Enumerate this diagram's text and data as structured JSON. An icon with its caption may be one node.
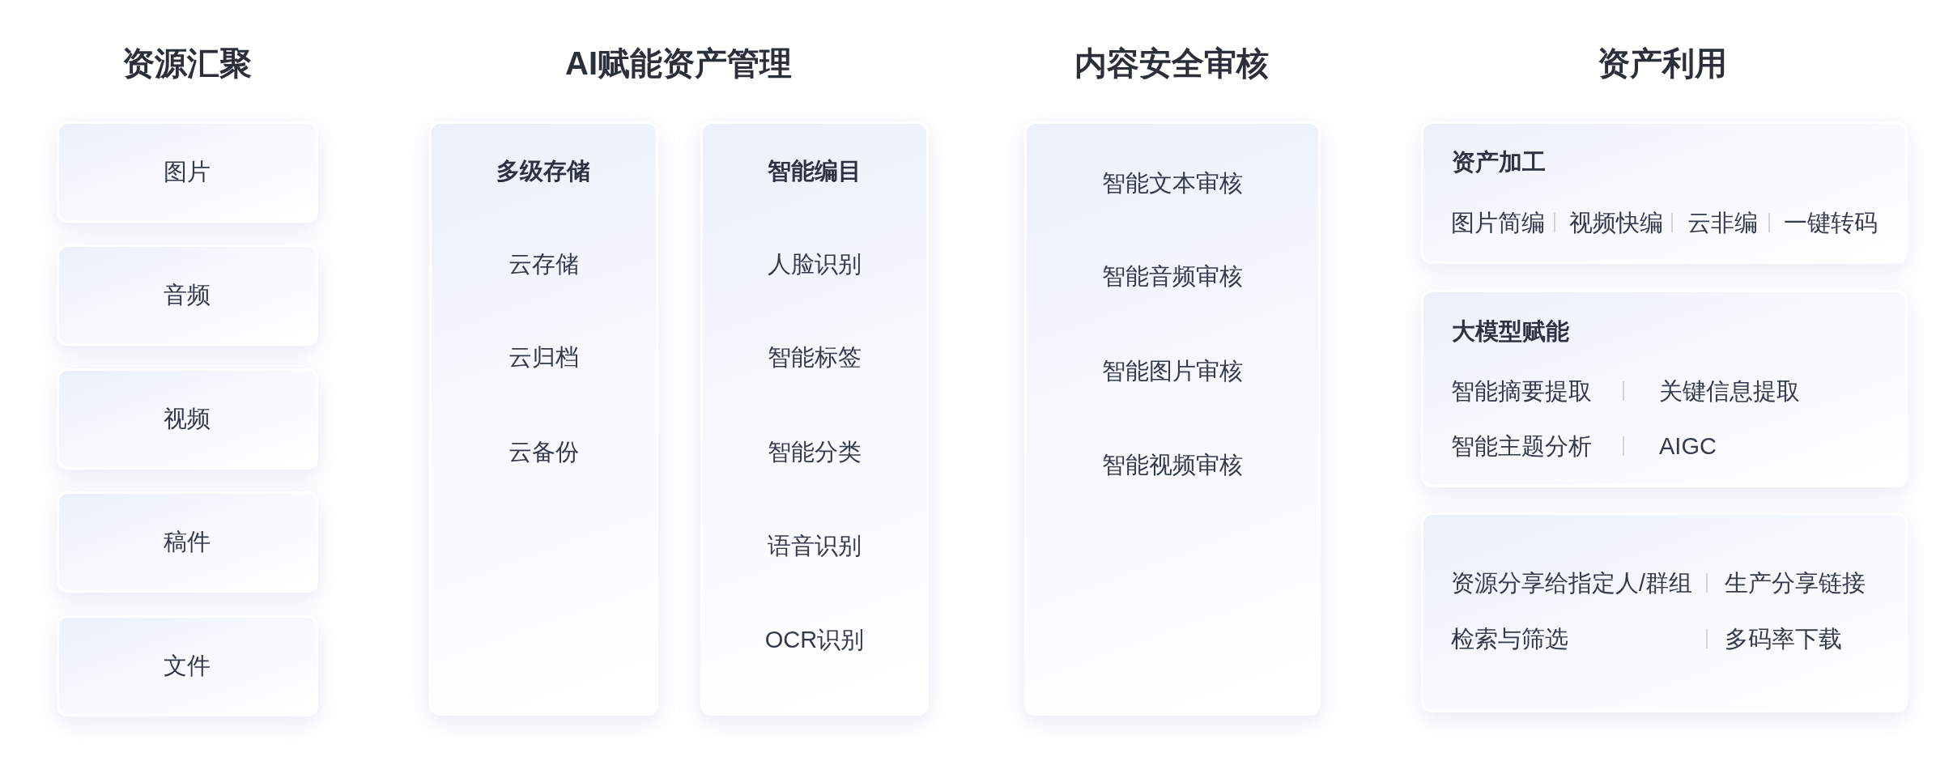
{
  "diagram": {
    "nodes": [
      {
        "text": [
          "图片"
        ]
      },
      {
        "text": [
          "音频"
        ]
      },
      {
        "text": [
          "视频"
        ]
      },
      {
        "text": [
          "稿件"
        ]
      },
      {
        "text": [
          "文件"
        ]
      },
      {
        "text": [
          "多级存储",
          "云存储",
          "云归档",
          "云备份"
        ]
      },
      {
        "text": [
          "智能编目",
          "人脸识别",
          "智能标签",
          "智能分类",
          "语音识别",
          "OCR识别"
        ]
      },
      {
        "text": [
          "智能文本审核",
          "智能音频审核",
          "智能图片审核",
          "智能视频审核"
        ]
      },
      {
        "text": [
          "资产加工",
          "图片简编",
          "视频快编",
          "云非编",
          "一键转码"
        ]
      },
      {
        "text": [
          "大模型赋能",
          "智能摘要提取",
          "关键信息提取",
          "智能主题分析",
          "AIGC"
        ]
      },
      {
        "text": [
          "资源分享给指定人/群组",
          "生产分享链接",
          "检索与筛选",
          "多码率下载"
        ]
      }
    ],
    "labels": [
      "资源汇聚",
      "AI赋能资产管理",
      "内容安全审核",
      "资产利用"
    ]
  }
}
